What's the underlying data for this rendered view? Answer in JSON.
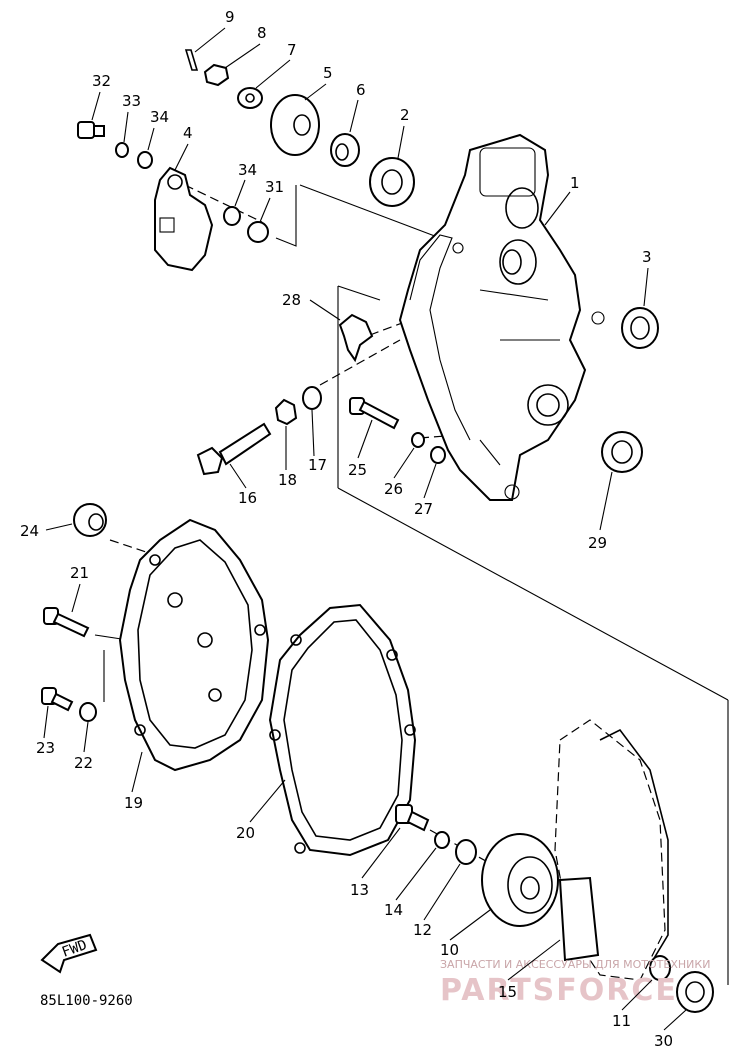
{
  "diagram_code": "85L100-9260",
  "fwd_label": "FWD",
  "watermark": {
    "small": "ЗАПЧАСТИ И АКСЕССУАРЫ ДЛЯ МОТОТЕХНИКИ",
    "logo": "PARTSFORCE"
  },
  "callouts": [
    "9",
    "8",
    "7",
    "5",
    "6",
    "2",
    "1",
    "32",
    "33",
    "34",
    "4",
    "34",
    "31",
    "3",
    "28",
    "18",
    "17",
    "25",
    "26",
    "16",
    "27",
    "29",
    "24",
    "21",
    "23",
    "22",
    "19",
    "20",
    "13",
    "14",
    "12",
    "10",
    "15",
    "11",
    "30"
  ]
}
